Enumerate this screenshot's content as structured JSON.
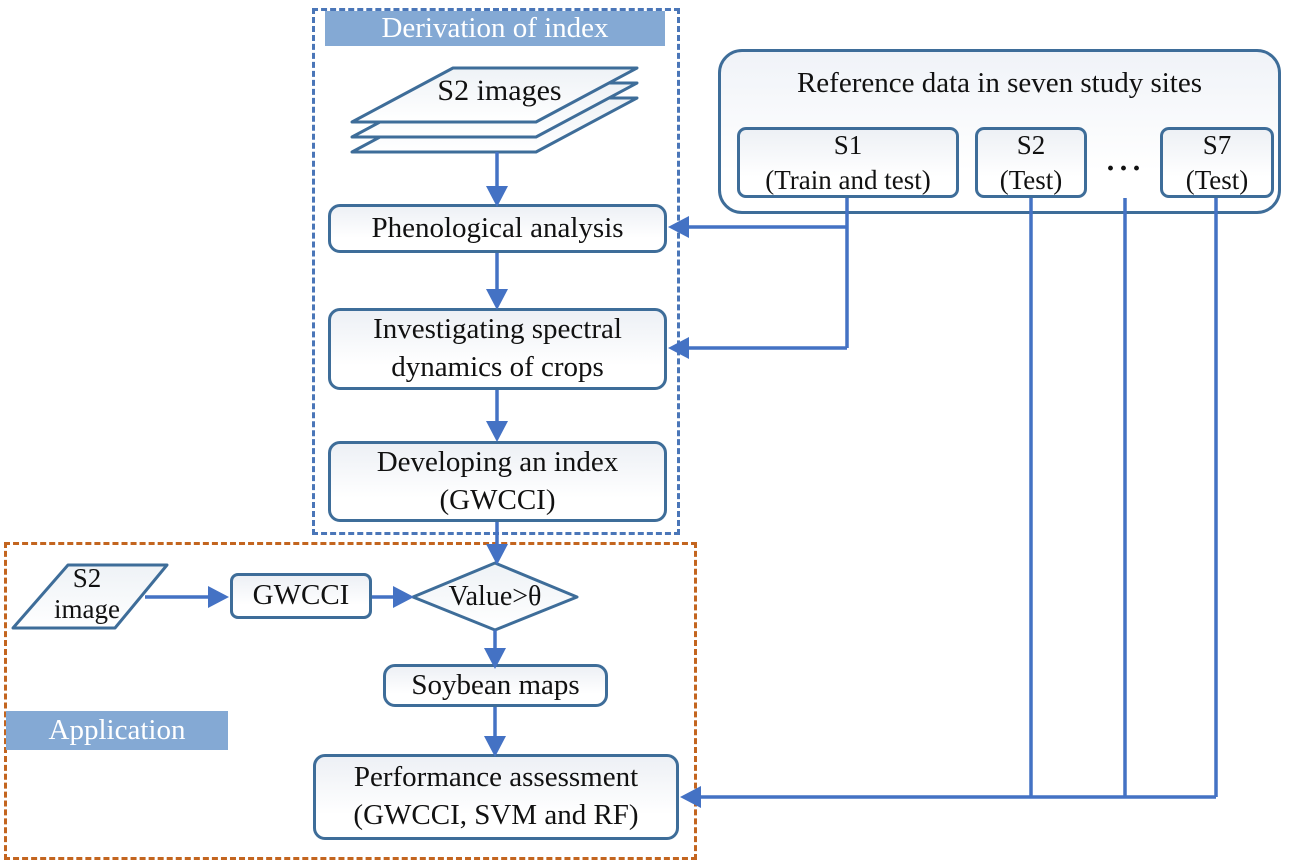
{
  "palette": {
    "arrow_blue": "#4472c4",
    "box_border_blue": "#3e6d99",
    "ribbon_blue": "#84a9d4",
    "dashed_blue": "#4a76b8",
    "dashed_orange": "#c3651f"
  },
  "derivation": {
    "title": "Derivation of index",
    "stack_label": "S2 images",
    "steps": [
      "Phenological analysis",
      "Investigating spectral\ndynamics of crops",
      "Developing an index\n(GWCCI)"
    ]
  },
  "reference": {
    "title": "Reference data in seven study sites",
    "sites": [
      {
        "name": "S1",
        "role": "(Train and test)"
      },
      {
        "name": "S2",
        "role": "(Test)"
      },
      {
        "name": "S7",
        "role": "(Test)"
      }
    ],
    "ellipsis": "···"
  },
  "application": {
    "title": "Application",
    "input_label": "S2\nimage",
    "index_label": "GWCCI",
    "decision_label": "Value>θ",
    "soybean_label": "Soybean maps",
    "assessment_label": "Performance assessment\n(GWCCI, SVM and RF)"
  }
}
